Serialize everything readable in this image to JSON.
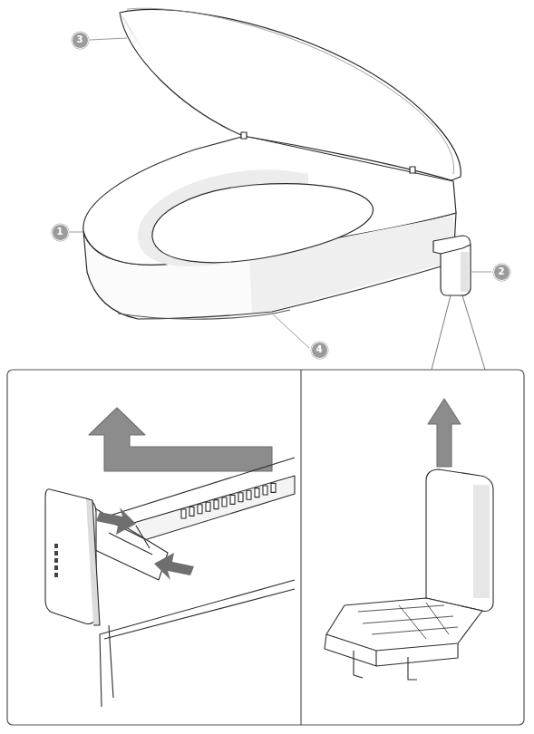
{
  "diagram": {
    "nodes": [
      {
        "text": [
          "3"
        ]
      },
      {
        "text": [
          "1"
        ]
      },
      {
        "text": [
          "2"
        ]
      },
      {
        "text": [
          "4"
        ]
      }
    ],
    "edges": []
  }
}
